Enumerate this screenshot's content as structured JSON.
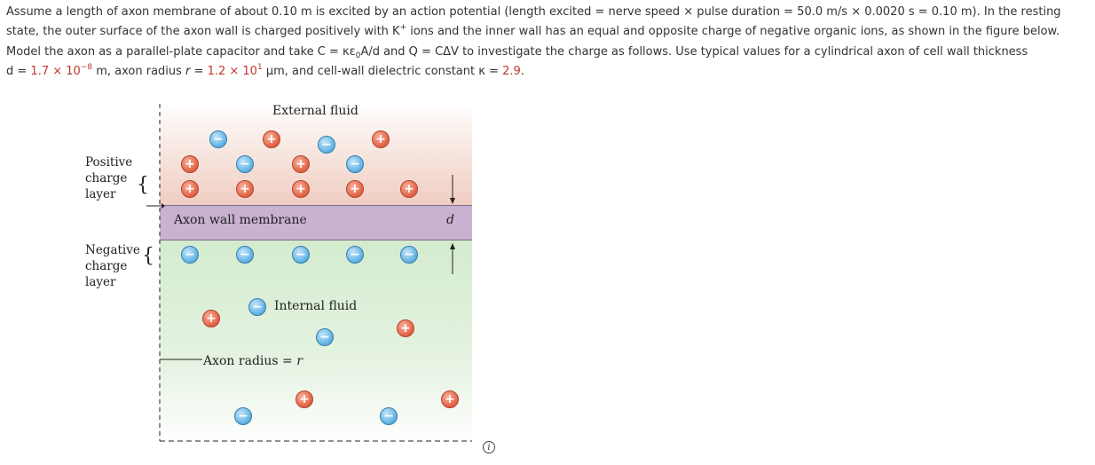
{
  "problem": {
    "line1": "Assume a length of axon membrane of about 0.10 m is excited by an action potential (length excited = nerve speed × pulse duration = 50.0 m/s × 0.0020 s = 0.10 m). In the resting",
    "line2_a": "state, the outer surface of the axon wall is charged positively with K",
    "line2_sup": "+",
    "line2_b": " ions and the inner wall has an equal and opposite charge of negative organic ions, as shown in the figure below.",
    "line3_a": "Model the axon as a parallel-plate capacitor and take C = κε",
    "line3_sub": "0",
    "line3_b": "A/d and Q = CΔV to investigate the charge as follows. Use typical values for a cylindrical axon of cell wall thickness",
    "line4_d_label": "d = ",
    "line4_d_value": "1.7 × 10",
    "line4_d_exp": "−8",
    "line4_d_unit": " m, axon radius ",
    "line4_r_label": "r",
    "line4_r_eq": " = ",
    "line4_r_value": "1.2 × 10",
    "line4_r_exp": "1",
    "line4_r_unit": " µm, and cell-wall dielectric constant ",
    "line4_k_label": "κ = ",
    "line4_k_value": "2.9",
    "line4_end": "."
  },
  "figure": {
    "external_fluid": "External fluid",
    "internal_fluid": "Internal fluid",
    "axon_wall": "Axon wall membrane",
    "axon_radius": "Axon radius = ",
    "axon_radius_var": "r",
    "d_label": "d",
    "positive_layer": [
      "Positive",
      "charge",
      "layer"
    ],
    "negative_layer": [
      "Negative",
      "charge",
      "layer"
    ],
    "plus_sign": "+",
    "minus_sign": "−"
  },
  "colors": {
    "highlight_value": "#c0392b",
    "membrane": "#c9b1d2",
    "positive_ion": "#e56a4d",
    "negative_ion": "#6ab8e6",
    "external_fluid": "#f0cdc2",
    "internal_fluid": "#d4ebcf"
  },
  "icons": {
    "info": "info-icon"
  }
}
